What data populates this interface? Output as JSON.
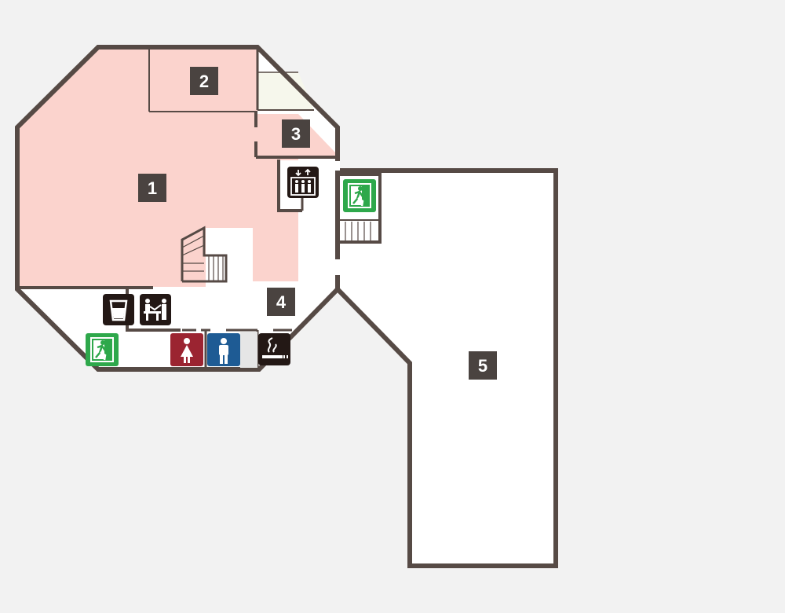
{
  "rooms": [
    {
      "id": "room-1",
      "label": "1"
    },
    {
      "id": "room-2",
      "label": "2"
    },
    {
      "id": "room-3",
      "label": "3"
    },
    {
      "id": "room-4",
      "label": "4"
    },
    {
      "id": "room-5",
      "label": "5"
    }
  ],
  "icons": [
    {
      "name": "elevator-icon",
      "bg": "#231815"
    },
    {
      "name": "emergency-exit-icon",
      "bg": "#2ea84b"
    },
    {
      "name": "drinking-water-icon",
      "bg": "#231815"
    },
    {
      "name": "information-desk-icon",
      "bg": "#231815"
    },
    {
      "name": "womens-restroom-icon",
      "bg": "#9b2431"
    },
    {
      "name": "mens-restroom-icon",
      "bg": "#1e5b94"
    },
    {
      "name": "smoking-area-icon",
      "bg": "#231815"
    }
  ],
  "colors": {
    "background": "#f2f2f2",
    "wall": "#564a45",
    "highlight_area": "#fbd3cd",
    "floor": "#ffffff",
    "label_bg": "#4a4340",
    "exit_green": "#2ea84b",
    "women_red": "#9b2431",
    "men_blue": "#1e5b94",
    "icon_black": "#231815"
  }
}
